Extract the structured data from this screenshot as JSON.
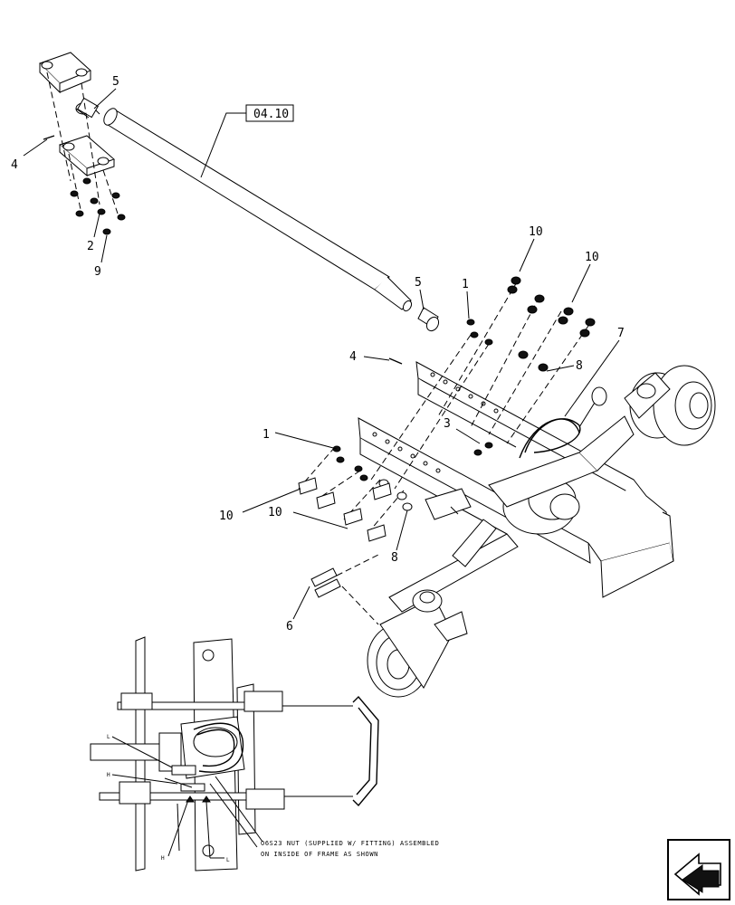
{
  "diagram": {
    "ref_box": "04.10",
    "callouts": [
      "1",
      "2",
      "3",
      "4",
      "5",
      "6",
      "7",
      "8",
      "9",
      "10",
      "1",
      "10",
      "10",
      "10",
      "4",
      "5",
      "8",
      "L",
      "H",
      "H",
      "L"
    ],
    "note_line1": "O6S23 NUT (SUPPLIED W/ FITTING) ASSEMBLED",
    "note_line2": "ON INSIDE OF FRAME AS SHOWN"
  }
}
